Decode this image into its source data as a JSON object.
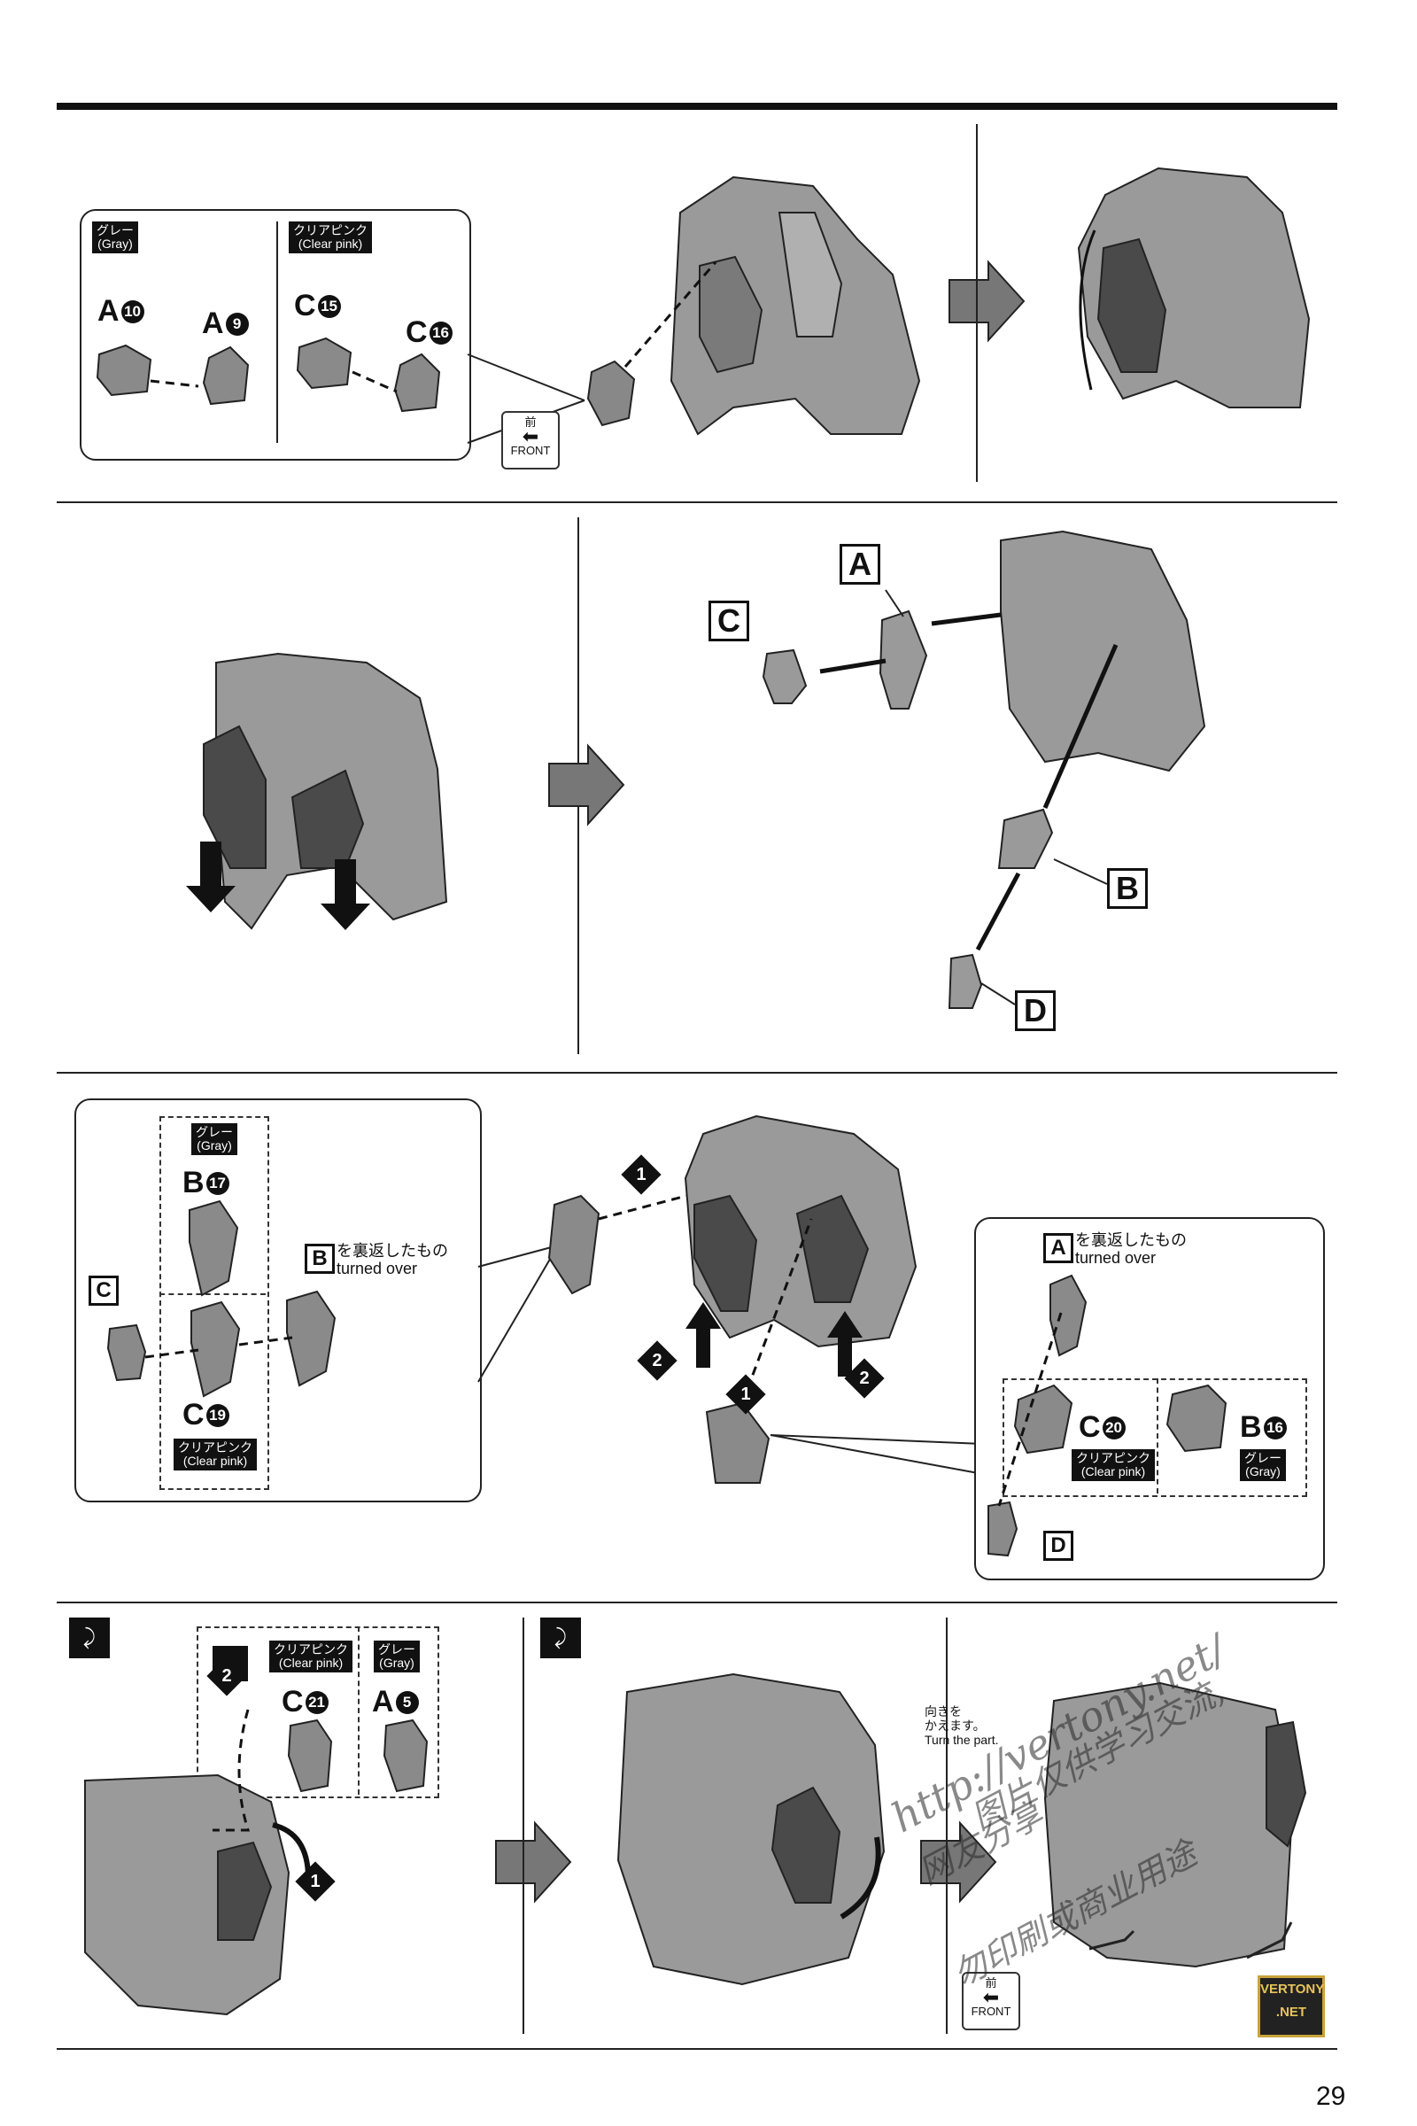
{
  "page": {
    "number": "29"
  },
  "section1": {
    "gray_tag": [
      "グレー",
      "(Gray)"
    ],
    "pink_tag": [
      "クリアピンク",
      "(Clear pink)"
    ],
    "parts": [
      {
        "letter": "A",
        "num": "10"
      },
      {
        "letter": "A",
        "num": "9"
      },
      {
        "letter": "C",
        "num": "15"
      },
      {
        "letter": "C",
        "num": "16"
      }
    ],
    "front_badge": {
      "jp": "前",
      "en": "FRONT"
    }
  },
  "section2": {
    "labels": [
      "A",
      "C",
      "B",
      "D"
    ]
  },
  "section3": {
    "gray_tag": [
      "グレー",
      "(Gray)"
    ],
    "pink_tag": [
      "クリアピンク",
      "(Clear pink)"
    ],
    "left_parts": [
      {
        "letter": "B",
        "num": "17"
      },
      {
        "letter": "C",
        "num": "19"
      }
    ],
    "c_label": "C",
    "b_turned": {
      "letter": "B",
      "jp": "を裏返したもの",
      "en": "turned over"
    },
    "a_turned": {
      "letter": "A",
      "jp": "を裏返したもの",
      "en": "turned over"
    },
    "right_parts": [
      {
        "letter": "C",
        "num": "20"
      },
      {
        "letter": "B",
        "num": "16"
      }
    ],
    "d_label": "D",
    "steps": [
      "1",
      "2",
      "1",
      "2"
    ]
  },
  "section4": {
    "pink_tag": [
      "クリアピンク",
      "(Clear pink)"
    ],
    "gray_tag": [
      "グレー",
      "(Gray)"
    ],
    "parts": [
      {
        "letter": "C",
        "num": "21"
      },
      {
        "letter": "A",
        "num": "5"
      }
    ],
    "steps": [
      "2",
      "1"
    ],
    "turn_note": {
      "jp1": "向きを",
      "jp2": "かえます。",
      "en": "Turn the part."
    },
    "front_badge": {
      "jp": "前",
      "en": "FRONT"
    }
  },
  "watermark": {
    "lines": [
      "http://vertony.net/",
      "图片仅供学习交流,",
      "网友分享",
      "勿印刷或商业用途"
    ],
    "logo": [
      "VERTONY",
      ".NET"
    ]
  }
}
